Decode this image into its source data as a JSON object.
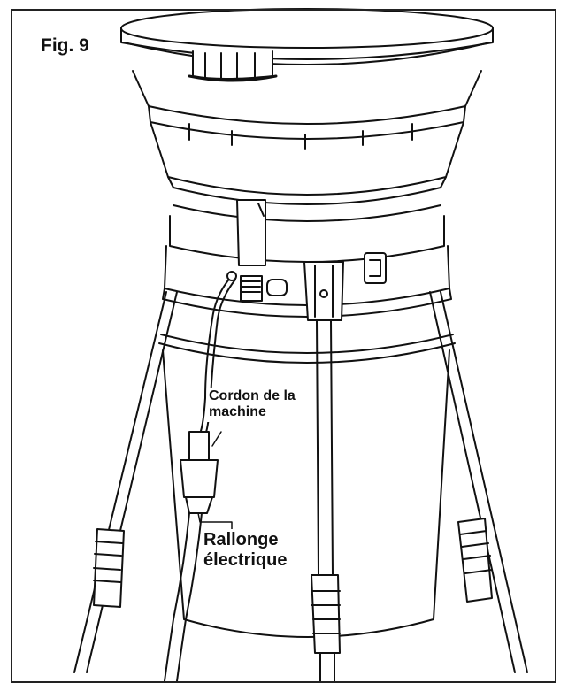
{
  "figure": {
    "label": "Fig. 9",
    "callouts": {
      "machine_cord": {
        "line1": "Cordon de la",
        "line2": "machine"
      },
      "extension_cord": {
        "line1": "Rallonge",
        "line2": "électrique"
      }
    }
  },
  "colors": {
    "stroke": "#111111",
    "background": "#ffffff",
    "frame": "#222222"
  }
}
